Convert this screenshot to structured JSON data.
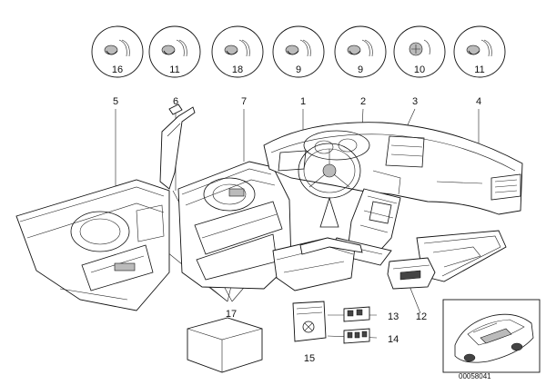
{
  "diagram": {
    "clip_callouts": [
      {
        "ref": "5",
        "sub": "16"
      },
      {
        "ref": "6",
        "sub": "11"
      },
      {
        "ref": "7",
        "sub": "18"
      },
      {
        "ref": "1",
        "sub": "9"
      },
      {
        "ref": "2",
        "sub": "9"
      },
      {
        "ref": "3",
        "sub": "10"
      },
      {
        "ref": "4",
        "sub": "11"
      }
    ],
    "part_labels": {
      "p12": "12",
      "p13": "13",
      "p14": "14",
      "p15": "15",
      "p17": "17"
    },
    "doc_code": "00058041"
  }
}
